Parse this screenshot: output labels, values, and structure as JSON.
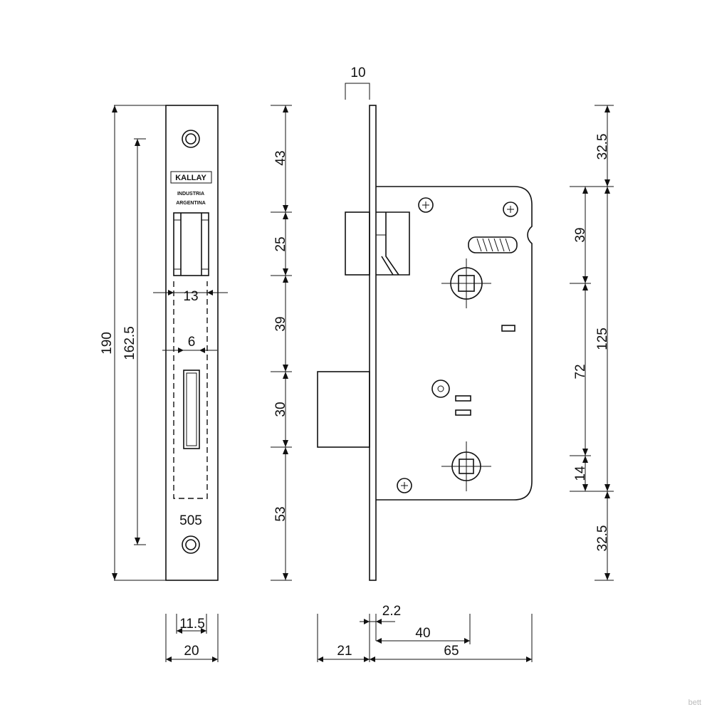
{
  "faceplate": {
    "brand": "KALLAY",
    "origin_line1": "INDUSTRIA",
    "origin_line2": "ARGENTINA",
    "model": "505"
  },
  "dimensions": {
    "height_total": "190",
    "screw_spacing": "162.5",
    "latch_slot_width": "13",
    "deadbolt_slot_width": "6",
    "thickness_inner": "11.5",
    "faceplate_width": "20",
    "top_gap": "43",
    "latch_height": "25",
    "latch_to_bolt": "39",
    "bolt_height": "30",
    "bottom_gap": "53",
    "faceplate_depth": "10",
    "top_margin_right": "32.5",
    "follower_spacing_upper": "39",
    "case_height": "125",
    "follower_spacing": "72",
    "lower_offset": "14",
    "bottom_margin_right": "32.5",
    "plate_thickness": "2.2",
    "backset": "40",
    "bolt_throw": "21",
    "case_depth": "65"
  },
  "watermark": "bett"
}
